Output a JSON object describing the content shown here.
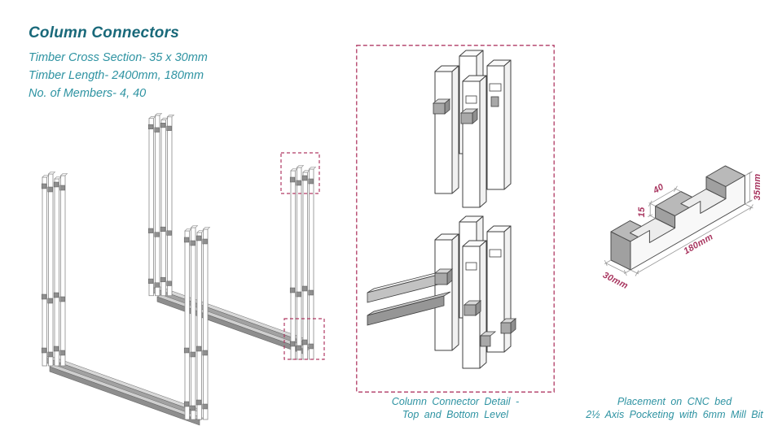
{
  "page": {
    "title": "Column Connectors",
    "specs": [
      "Timber Cross Section- 35 x 30mm",
      "Timber Length- 2400mm, 180mm",
      "No. of Members- 4, 40"
    ]
  },
  "detail_panel": {
    "caption_line1": "Column Connector Detail -",
    "caption_line2": "Top and Bottom Level"
  },
  "cnc_panel": {
    "caption_line1": "Placement on CNC bed",
    "caption_line2": "2½ Axis Pocketing with 6mm Mill Bit",
    "dimensions": {
      "pocket_length": "40",
      "pocket_depth": "15",
      "stock_height": "35mm",
      "stock_length": "180mm",
      "stock_width": "30mm"
    }
  },
  "colors": {
    "title_teal": "#19697a",
    "body_teal": "#2e93a2",
    "dimension_crimson": "#a8355f",
    "highlight_crimson": "#b03a64",
    "beam_gray": "#9e9e9e"
  }
}
